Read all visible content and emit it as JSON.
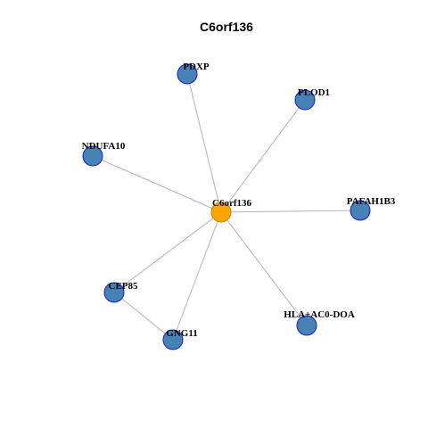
{
  "title": "C6orf136",
  "colors": {
    "center_fill": "#FFA500",
    "center_stroke": "#B8860B",
    "neighbor_fill": "#4682B4",
    "neighbor_stroke": "#1C1CCC",
    "edge": "#B4B4B4"
  },
  "nodes": [
    {
      "id": "C6orf136",
      "label": "C6orf136",
      "type": "center"
    },
    {
      "id": "PDXP",
      "label": "PDXP",
      "type": "neighbor"
    },
    {
      "id": "PLOD1",
      "label": "PLOD1",
      "type": "neighbor"
    },
    {
      "id": "NDUFA10",
      "label": "NDUFA10",
      "type": "neighbor"
    },
    {
      "id": "PAFAH1B3",
      "label": "PAFAH1B3",
      "type": "neighbor"
    },
    {
      "id": "CEP85",
      "label": "CEP85",
      "type": "neighbor"
    },
    {
      "id": "GNG11",
      "label": "GNG11",
      "type": "neighbor"
    },
    {
      "id": "HLA-AC0-DOA",
      "label": "HLA+AC0-DOA",
      "type": "neighbor"
    }
  ],
  "edges": [
    {
      "source": "C6orf136",
      "target": "PDXP"
    },
    {
      "source": "C6orf136",
      "target": "PLOD1"
    },
    {
      "source": "C6orf136",
      "target": "NDUFA10"
    },
    {
      "source": "C6orf136",
      "target": "PAFAH1B3"
    },
    {
      "source": "C6orf136",
      "target": "CEP85"
    },
    {
      "source": "C6orf136",
      "target": "GNG11"
    },
    {
      "source": "C6orf136",
      "target": "HLA-AC0-DOA"
    },
    {
      "source": "CEP85",
      "target": "GNG11"
    }
  ]
}
